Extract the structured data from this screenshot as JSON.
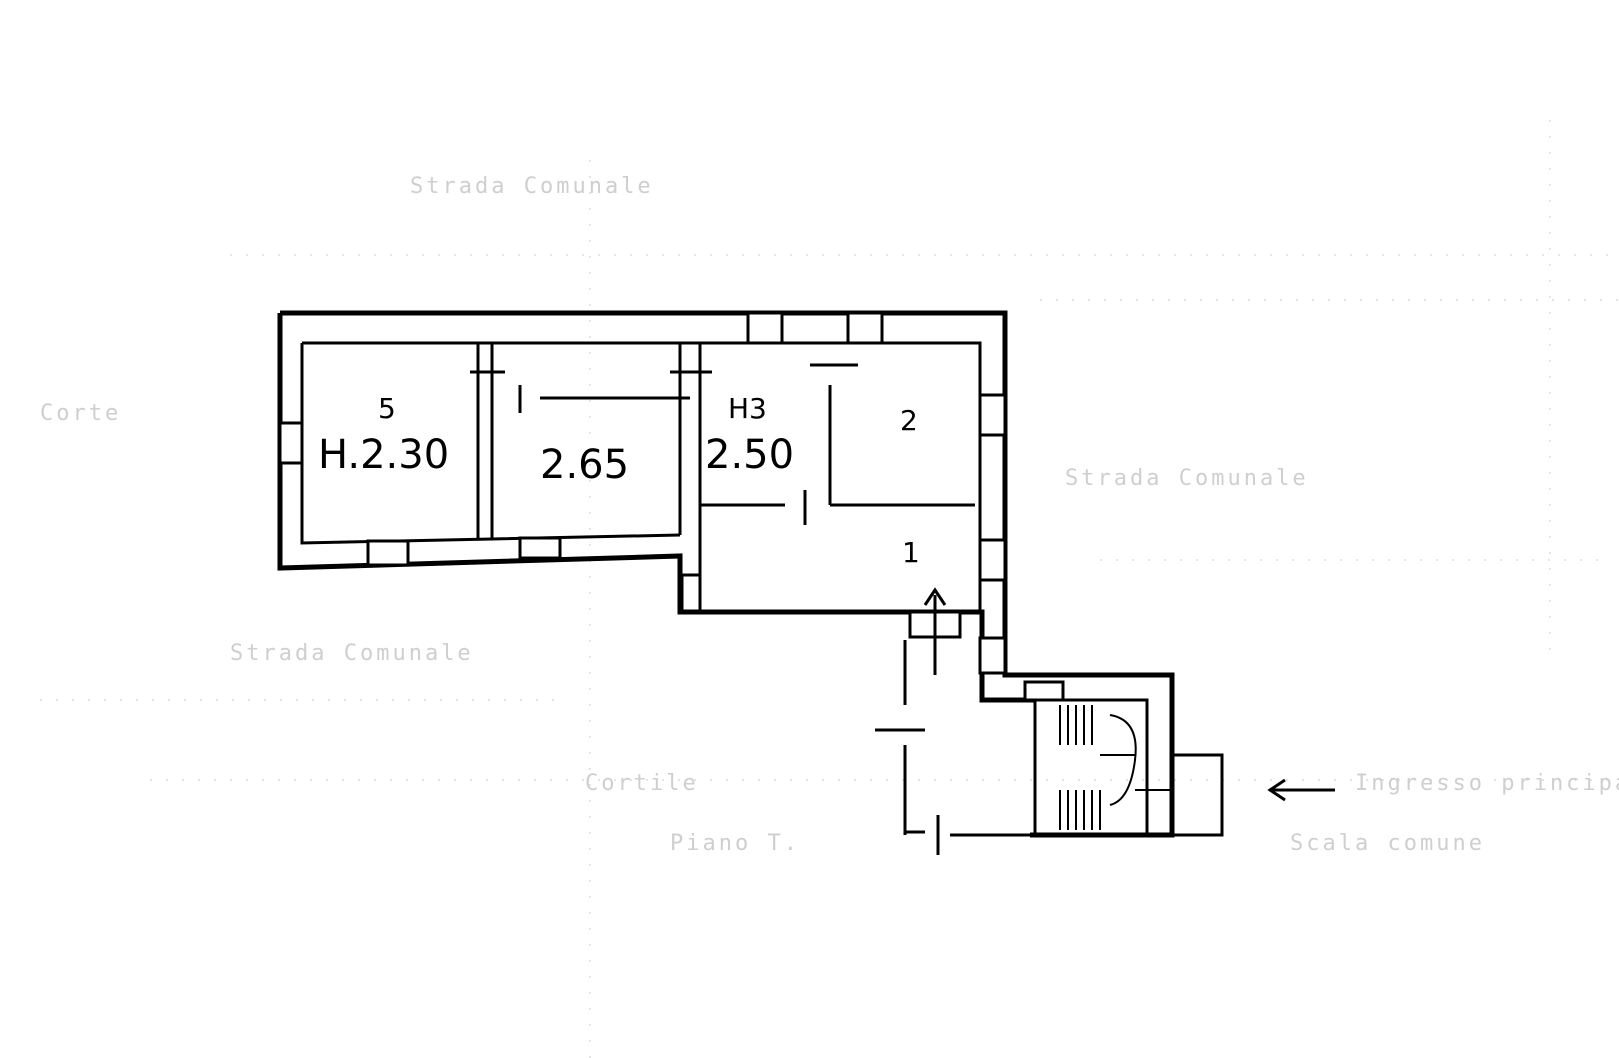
{
  "rooms": [
    {
      "number": "5",
      "height": "H.2.30"
    },
    {
      "number": "",
      "height": "2.65"
    },
    {
      "number": "H3",
      "height": "2.50"
    },
    {
      "number": "2",
      "height": ""
    },
    {
      "number": "1",
      "height": ""
    }
  ],
  "faint_labels": {
    "top": "Strada Comunale",
    "left": "Corte",
    "right_mid": "Strada Comunale",
    "bottom_left": "Strada Comunale",
    "bottom_center": "Cortile",
    "bottom_center_2": "Piano T.",
    "entrance": "Ingresso principale",
    "entrance_2": "Scala comune"
  },
  "icons": [
    "entrance-arrow-icon",
    "door-arrow-icon",
    "staircase-icon"
  ]
}
